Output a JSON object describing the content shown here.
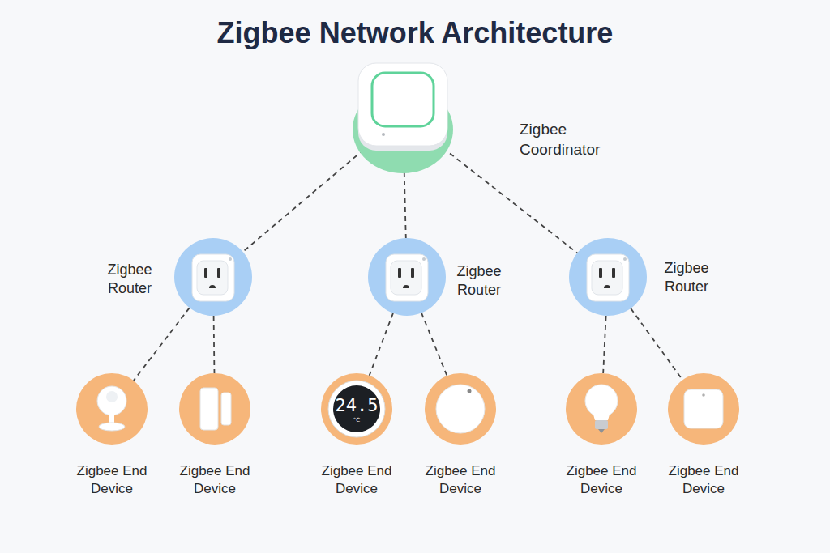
{
  "diagram": {
    "title": "Zigbee Network Architecture",
    "nodes": [
      {
        "text": [
          "Zigbee Coordinator"
        ]
      },
      {
        "text": [
          "Zigbee Router"
        ]
      },
      {
        "text": [
          "Zigbee Router"
        ]
      },
      {
        "text": [
          "Zigbee Router"
        ]
      },
      {
        "text": [
          "Zigbee End Device"
        ]
      },
      {
        "text": [
          "Zigbee End Device"
        ]
      },
      {
        "text": [
          "Zigbee End Device"
        ]
      },
      {
        "text": [
          "Zigbee End Device"
        ]
      },
      {
        "text": [
          "Zigbee End Device"
        ]
      },
      {
        "text": [
          "Zigbee End Device"
        ]
      }
    ],
    "edges": [
      {
        "from": 0,
        "to": 1,
        "arrow": "none"
      },
      {
        "from": 0,
        "to": 2,
        "arrow": "none"
      },
      {
        "from": 0,
        "to": 3,
        "arrow": "none"
      },
      {
        "from": 1,
        "to": 4,
        "arrow": "none"
      },
      {
        "from": 1,
        "to": 5,
        "arrow": "none"
      },
      {
        "from": 2,
        "to": 6,
        "arrow": "none"
      },
      {
        "from": 2,
        "to": 7,
        "arrow": "none"
      },
      {
        "from": 3,
        "to": 8,
        "arrow": "none"
      },
      {
        "from": 3,
        "to": 9,
        "arrow": "none"
      }
    ],
    "labels": [
      "24.5",
      "°C"
    ]
  }
}
